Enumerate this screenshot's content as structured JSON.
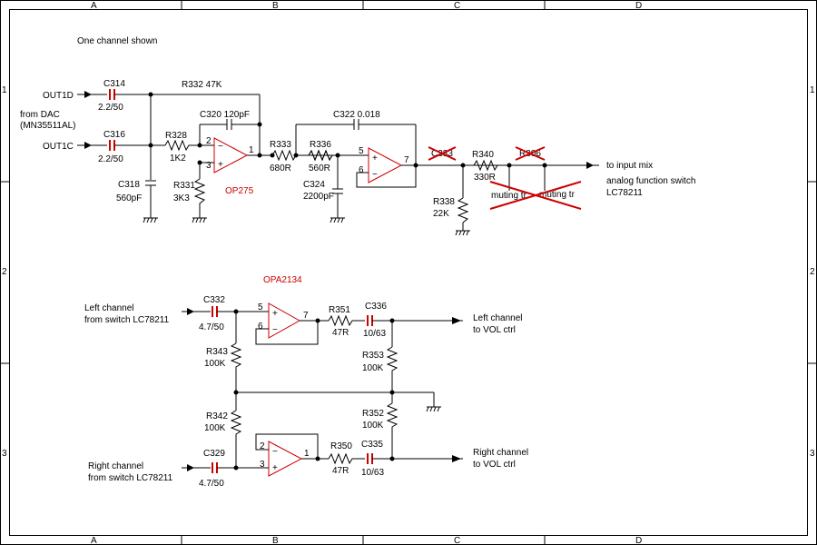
{
  "frame": {
    "cols": [
      "A",
      "B",
      "C",
      "D"
    ],
    "rows": [
      "1",
      "2",
      "3"
    ]
  },
  "notes": {
    "one_channel": "One channel shown",
    "from_dac_1": "from DAC",
    "from_dac_2": "(MN35511AL)",
    "to_input_mix": "to input mix",
    "switch_1": "analog function switch",
    "switch_2": "LC78211",
    "muting1": "muting tr",
    "muting2": "muting tr"
  },
  "top": {
    "out1d": "OUT1D",
    "out1c": "OUT1C",
    "c314_ref": "C314",
    "c314_val": "2.2/50",
    "c316_ref": "C316",
    "c316_val": "2.2/50",
    "r332": "R332 47K",
    "c320": "C320 120pF",
    "r328_ref": "R328",
    "r328_val": "1K2",
    "c318_ref": "C318",
    "c318_val": "560pF",
    "r331_ref": "R331",
    "r331_val": "3K3",
    "op275": "OP275",
    "pin2": "2",
    "pin3": "3",
    "pin1": "1",
    "r333_ref": "R333",
    "r333_val": "680R",
    "c322": "C322  0.018",
    "r336_ref": "R336",
    "r336_val": "560R",
    "c324_ref": "C324",
    "c324_val": "2200pF",
    "pin5": "5",
    "pin6": "6",
    "pin7": "7",
    "r340_ref": "R340",
    "r340_val": "330R",
    "r338_ref": "R338",
    "r338_val": "22K",
    "c_crossed1": "C333",
    "c_crossed2": "R306"
  },
  "bottom": {
    "opa2134": "OPA2134",
    "left_in_1": "Left channel",
    "left_in_2": "from switch LC78211",
    "c332_ref": "C332",
    "c332_val": "4.7/50",
    "pin5": "5",
    "pin6": "6",
    "pin7": "7",
    "r351_ref": "R351",
    "r351_val": "47R",
    "c336_ref": "C336",
    "c336_val": "10/63",
    "left_out_1": "Left channel",
    "left_out_2": "to VOL ctrl",
    "r343_ref": "R343",
    "r343_val": "100K",
    "r353_ref": "R353",
    "r353_val": "100K",
    "r342_ref": "R342",
    "r342_val": "100K",
    "r352_ref": "R352",
    "r352_val": "100K",
    "right_in_1": "Right channel",
    "right_in_2": "from switch LC78211",
    "c329_ref": "C329",
    "c329_val": "4.7/50",
    "pin2": "2",
    "pin3": "3",
    "pin1": "1",
    "r350_ref": "R350",
    "r350_val": "47R",
    "c335_ref": "C335",
    "c335_val": "10/63",
    "right_out_1": "Right channel",
    "right_out_2": "to VOL ctrl"
  },
  "colors": {
    "wire": "#000000",
    "component": "#cc0000"
  }
}
